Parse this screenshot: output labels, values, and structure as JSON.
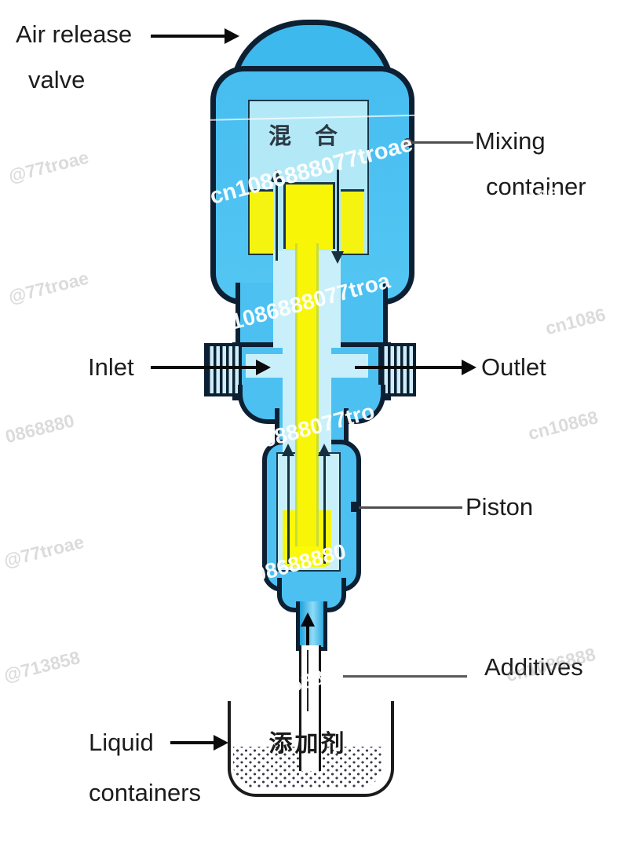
{
  "title": "Dosing pump mixing diagram",
  "diagram": {
    "labels": {
      "air_release_1": "Air release",
      "air_release_2": "valve",
      "mixing_1": "Mixing",
      "mixing_2": "container",
      "inlet": "Inlet",
      "outlet": "Outlet",
      "piston": "Piston",
      "additives": "Additives",
      "liquid_1": "Liquid",
      "liquid_2": "containers",
      "mixing_chamber_cn": "混 合",
      "additive_cn": "添加剂"
    },
    "colors": {
      "pump_blue": "#4cc1f1",
      "dome_blue": "#3eb9ee",
      "chamber_light_blue": "#b3e9f7",
      "channel_light_blue": "#c9f0fa",
      "liquid_yellow": "#f8f606",
      "outline_dark": "#0d2033",
      "label_text": "#1c1c1c"
    }
  },
  "watermarks": [
    {
      "text": "cn1086888077troae"
    },
    {
      "text": "n1086888077troa"
    },
    {
      "text": "1086888077tro"
    },
    {
      "text": "08688880"
    },
    {
      "text": "86888"
    },
    {
      "text": "troae"
    },
    {
      "text": "@77troae"
    },
    {
      "text": "@77troae"
    },
    {
      "text": "cn1086"
    },
    {
      "text": "0868880"
    },
    {
      "text": "cn10868"
    },
    {
      "text": "@77troae"
    },
    {
      "text": "@713858"
    },
    {
      "text": "cn1086888"
    }
  ]
}
